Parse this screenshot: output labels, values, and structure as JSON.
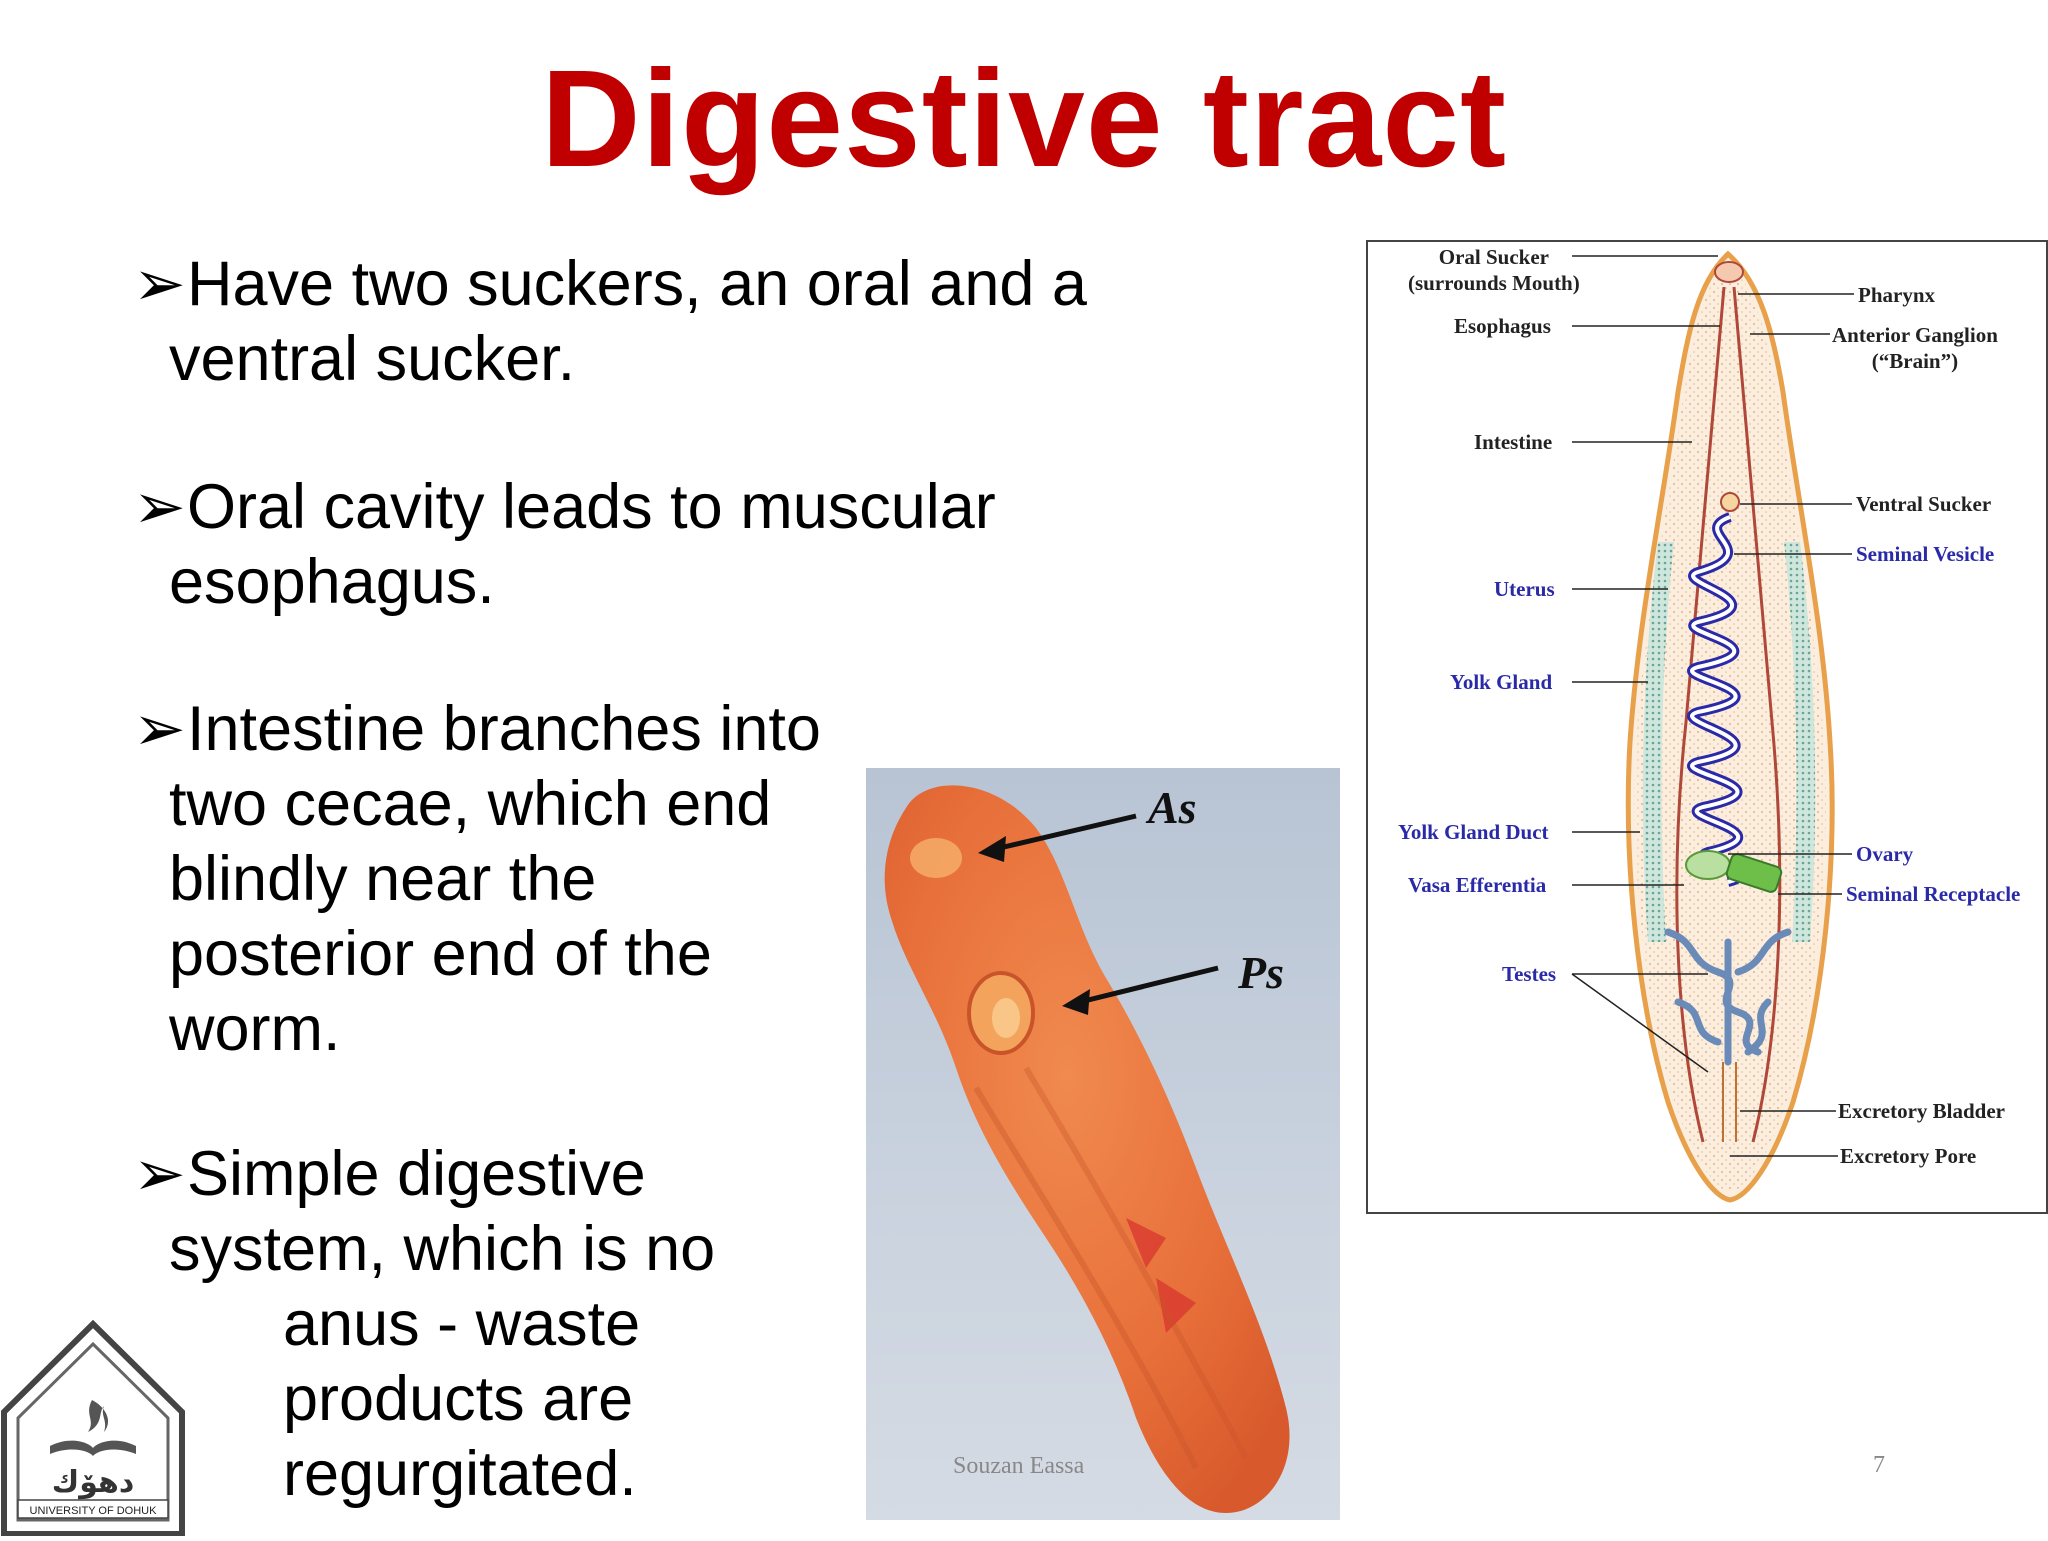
{
  "slide": {
    "title": "Digestive tract",
    "footer_name": "Souzan Eassa",
    "page_number": "7"
  },
  "bullets": [
    {
      "lines": [
        "Have two suckers, an oral  and a",
        "ventral sucker."
      ]
    },
    {
      "lines": [
        "Oral cavity leads to muscular",
        "esophagus."
      ]
    },
    {
      "lines": [
        "Intestine branches into",
        "two cecae, which end",
        "blindly near the",
        "posterior end of the",
        "worm."
      ]
    },
    {
      "lines": [
        "Simple digestive",
        "system, which is no",
        "anus - waste",
        "products are",
        "regurgitated."
      ]
    }
  ],
  "bullet_marker": "➢",
  "photo": {
    "label_as": "As",
    "label_ps": "Ps"
  },
  "diagram": {
    "left_labels": {
      "oral_sucker": "Oral Sucker",
      "oral_sucker_sub": "(surrounds Mouth)",
      "esophagus": "Esophagus",
      "intestine": "Intestine",
      "uterus": "Uterus",
      "yolk_gland": "Yolk Gland",
      "yolk_gland_duct": "Yolk Gland Duct",
      "vasa_efferentia": "Vasa Efferentia",
      "testes": "Testes"
    },
    "right_labels": {
      "pharynx": "Pharynx",
      "anterior_ganglion": "Anterior Ganglion",
      "anterior_ganglion_sub": "(“Brain”)",
      "ventral_sucker": "Ventral Sucker",
      "seminal_vesicle": "Seminal Vesicle",
      "ovary": "Ovary",
      "seminal_receptacle": "Seminal Receptacle",
      "excretory_bladder": "Excretory Bladder",
      "excretory_pore": "Excretory Pore"
    }
  },
  "logo": {
    "caption": "UNIVERSITY OF DOHUK"
  },
  "colors": {
    "title": "#c00000",
    "diagram_blue_label": "#2a2aa8",
    "worm_orange": "#e8703a"
  }
}
